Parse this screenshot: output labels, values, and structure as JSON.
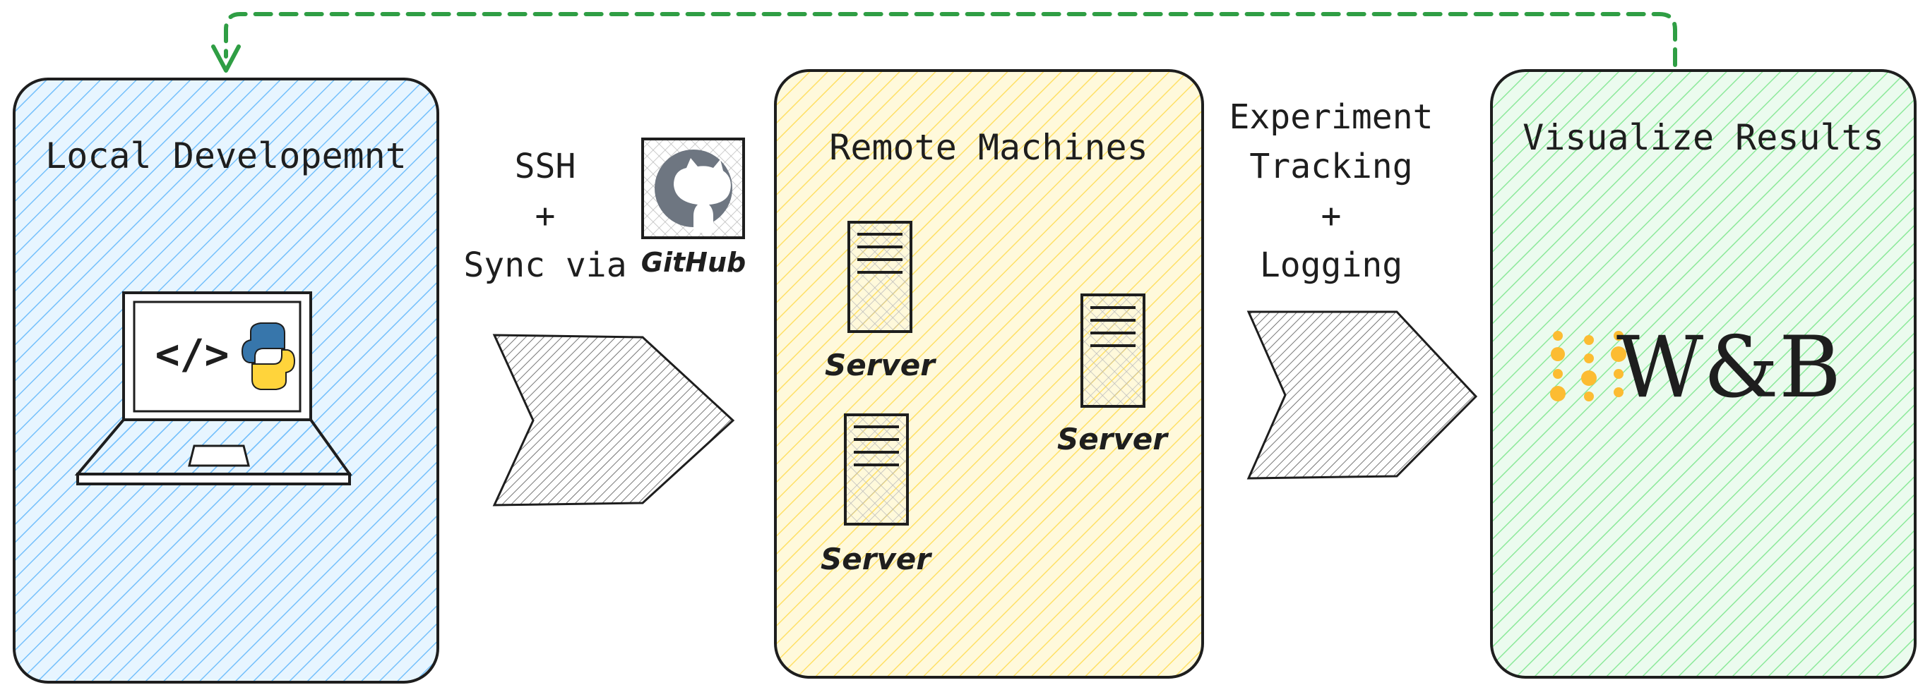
{
  "panels": {
    "local": {
      "title": "Local Developemnt",
      "fill": "#a5d8ff",
      "hatch": "#74c0fc"
    },
    "remote": {
      "title": "Remote Machines",
      "fill": "#ffec99",
      "hatch": "#ffe066"
    },
    "results": {
      "title": "Visualize Results",
      "fill": "#b2f2bb",
      "hatch": "#8ce99a"
    }
  },
  "transfer_label": {
    "line1": "SSH",
    "line2": "+",
    "line3": "Sync via",
    "github_text": "GitHub"
  },
  "tracking_label": {
    "line1": "Experiment",
    "line2": "Tracking",
    "line3": "+",
    "line4": "Logging"
  },
  "laptop": {
    "code_glyph": "</>"
  },
  "servers": [
    {
      "label": "Server"
    },
    {
      "label": "Server"
    },
    {
      "label": "Server"
    }
  ],
  "wandb": {
    "logo_text": "W&B",
    "dot_color": "#fcbc32"
  },
  "feedback_arrow": {
    "color": "#2f9e44"
  },
  "stroke_color": "#1e1e1e"
}
